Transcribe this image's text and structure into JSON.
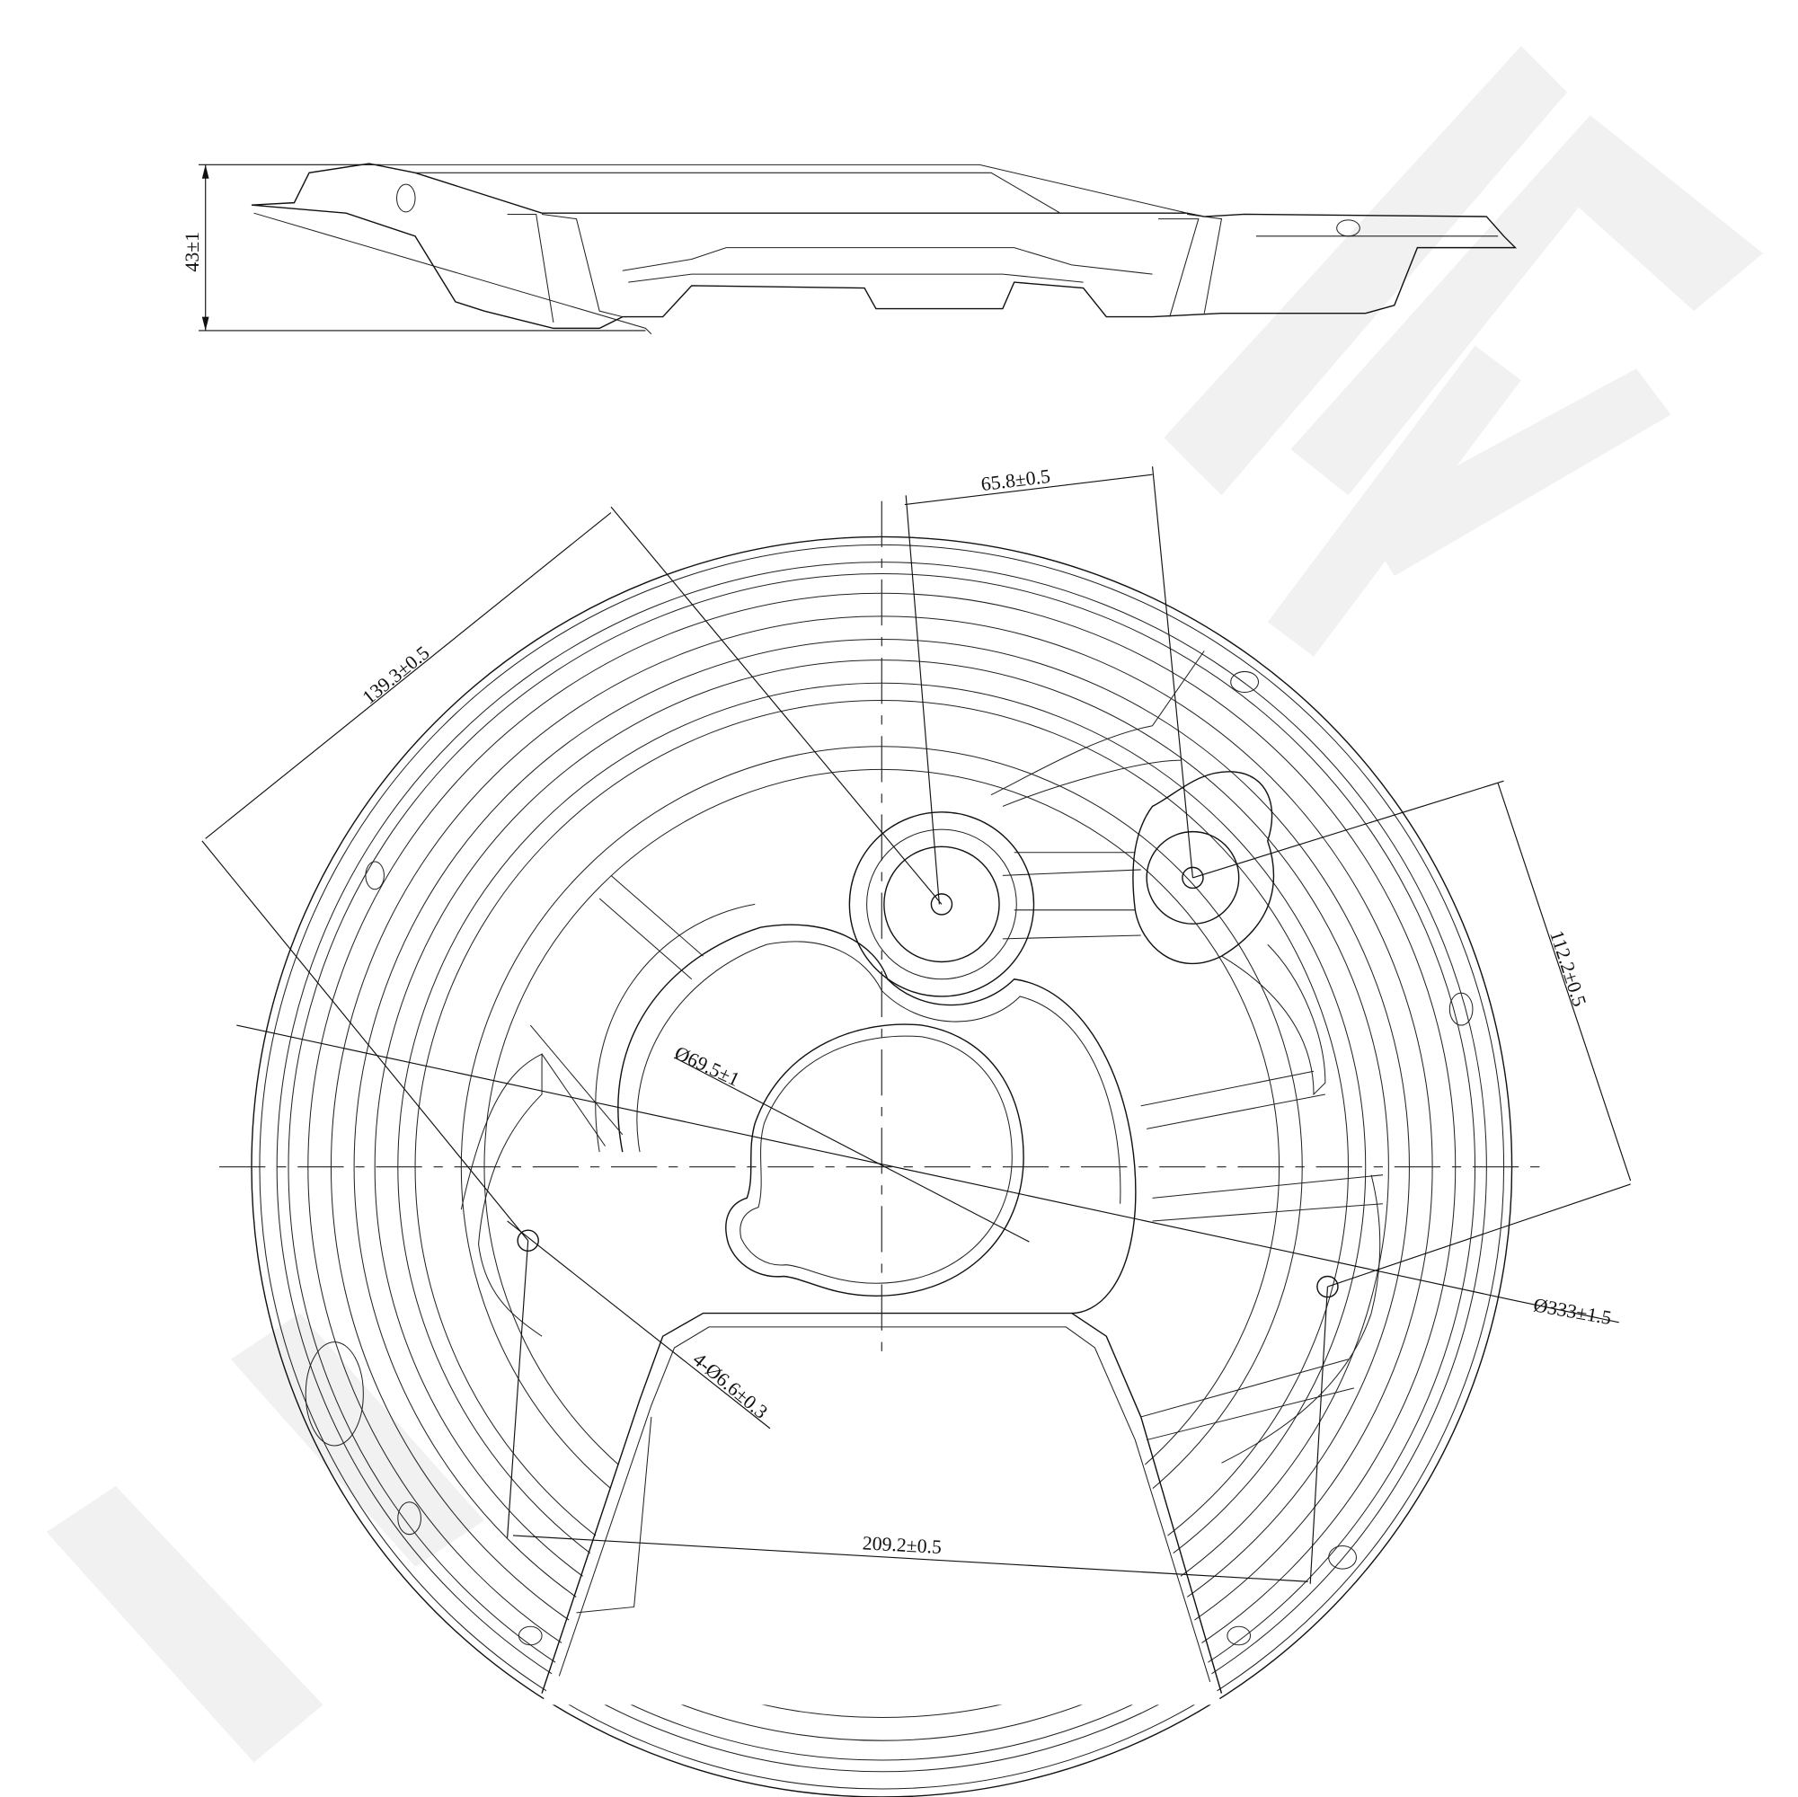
{
  "drawing": {
    "watermark": "brand logo watermark",
    "dimensions": {
      "height": "43±1",
      "bolt_spacing_top": "65.8±0.5",
      "diagonal_1": "139.3±0.5",
      "diagonal_2": "112.2±0.5",
      "center_bore": "Ø69.5±1",
      "outer_diameter": "Ø333±1.5",
      "holes": "4-Ø6.6±0.3",
      "bottom_spacing": "209.2±0.5"
    }
  }
}
